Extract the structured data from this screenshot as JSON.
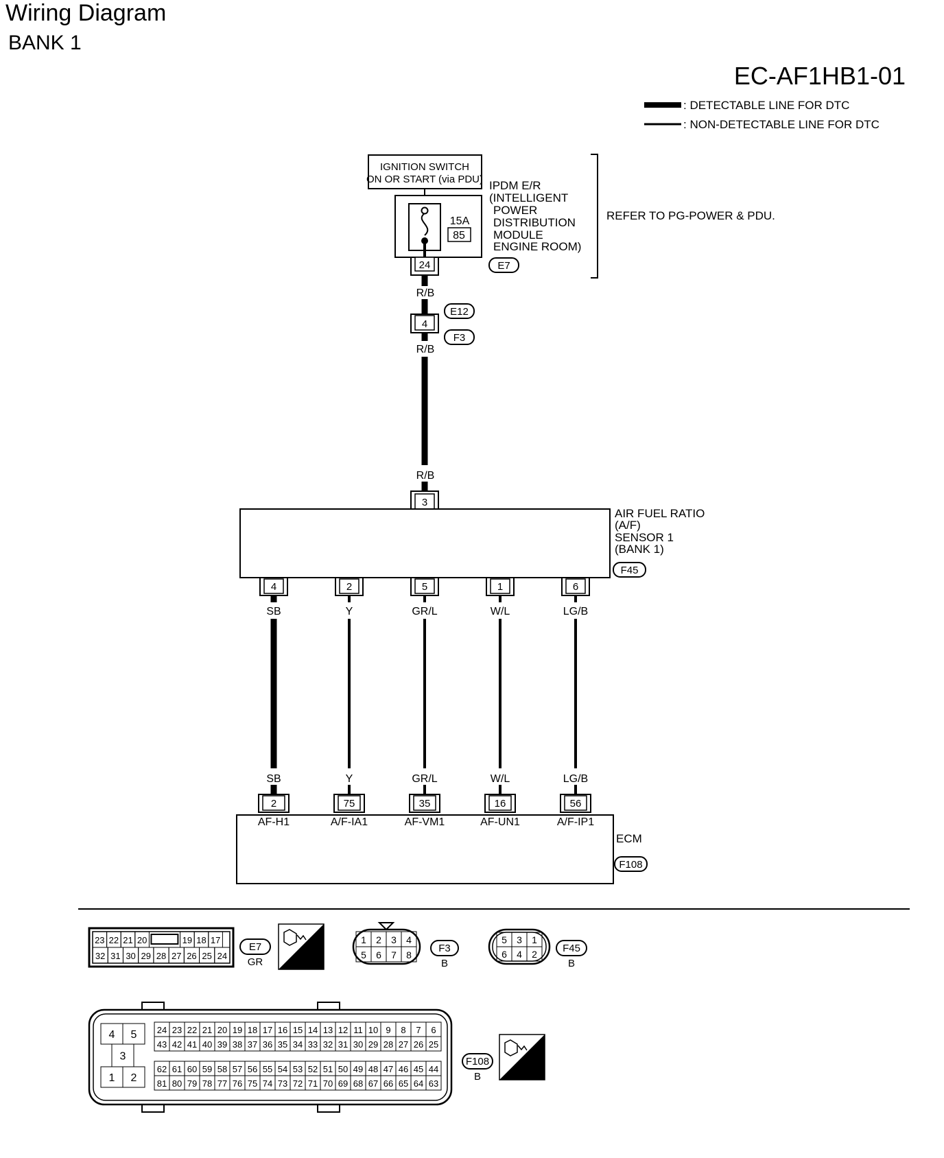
{
  "title": "Wiring Diagram",
  "subtitle": "BANK 1",
  "diagram_code": "EC-AF1HB1-01",
  "legend": {
    "detectable": ": DETECTABLE LINE FOR DTC",
    "non_detectable": ": NON-DETECTABLE LINE FOR DTC"
  },
  "ignition": {
    "line1": "IGNITION SWITCH",
    "line2": "ON OR START (via PDU)"
  },
  "ipdm": {
    "lines": [
      "IPDM E/R",
      "(INTELLIGENT",
      "POWER",
      "DISTRIBUTION",
      "MODULE",
      "ENGINE ROOM)"
    ],
    "fuse_amp": "15A",
    "fuse_no": "85",
    "terminal": "24",
    "connector": "E7",
    "refer": "REFER TO PG-POWER & PDU."
  },
  "joint": {
    "terminal": "4",
    "connector_top": "E12",
    "connector_bottom": "F3"
  },
  "power_wire": {
    "color_top": "R/B",
    "color_mid": "R/B",
    "color_bottom": "R/B"
  },
  "sensor": {
    "lines": [
      "AIR FUEL RATIO",
      "(A/F)",
      "SENSOR 1",
      "(BANK 1)"
    ],
    "connector": "F45",
    "power_terminal": "3"
  },
  "wires": [
    {
      "sensor_pin": "4",
      "color": "SB",
      "ecm_pin": "2",
      "ecm_label": "AF-H1",
      "detectable": true
    },
    {
      "sensor_pin": "2",
      "color": "Y",
      "ecm_pin": "75",
      "ecm_label": "A/F-IA1",
      "detectable": false
    },
    {
      "sensor_pin": "5",
      "color": "GR/L",
      "ecm_pin": "35",
      "ecm_label": "AF-VM1",
      "detectable": false
    },
    {
      "sensor_pin": "1",
      "color": "W/L",
      "ecm_pin": "16",
      "ecm_label": "AF-UN1",
      "detectable": false
    },
    {
      "sensor_pin": "6",
      "color": "LG/B",
      "ecm_pin": "56",
      "ecm_label": "A/F-IP1",
      "detectable": false
    }
  ],
  "ecm": {
    "label": "ECM",
    "connector": "F108"
  },
  "connector_views": {
    "e7": {
      "id": "E7",
      "color": "GR",
      "row1": [
        "23",
        "22",
        "21",
        "20",
        "",
        "19",
        "18",
        "17"
      ],
      "row2": [
        "32",
        "31",
        "30",
        "29",
        "28",
        "27",
        "26",
        "25",
        "24"
      ]
    },
    "f3": {
      "id": "F3",
      "color": "B",
      "row1": [
        "1",
        "2",
        "3",
        "4"
      ],
      "row2": [
        "5",
        "6",
        "7",
        "8"
      ]
    },
    "f45": {
      "id": "F45",
      "color": "B",
      "row1": [
        "5",
        "3",
        "1"
      ],
      "row2": [
        "6",
        "4",
        "2"
      ]
    },
    "f108": {
      "id": "F108",
      "color": "B",
      "left": [
        "4",
        "5",
        "3",
        "1",
        "2"
      ],
      "row1": [
        "24",
        "23",
        "22",
        "21",
        "20",
        "19",
        "18",
        "17",
        "16",
        "15",
        "14",
        "13",
        "12",
        "11",
        "10",
        "9",
        "8",
        "7",
        "6"
      ],
      "row2": [
        "43",
        "42",
        "41",
        "40",
        "39",
        "38",
        "37",
        "36",
        "35",
        "34",
        "33",
        "32",
        "31",
        "30",
        "29",
        "28",
        "27",
        "26",
        "25"
      ],
      "row3": [
        "62",
        "61",
        "60",
        "59",
        "58",
        "57",
        "56",
        "55",
        "54",
        "53",
        "52",
        "51",
        "50",
        "49",
        "48",
        "47",
        "46",
        "45",
        "44"
      ],
      "row4": [
        "81",
        "80",
        "79",
        "78",
        "77",
        "76",
        "75",
        "74",
        "73",
        "72",
        "71",
        "70",
        "69",
        "68",
        "67",
        "66",
        "65",
        "64",
        "63"
      ]
    },
    "hs_label": "H.S."
  }
}
